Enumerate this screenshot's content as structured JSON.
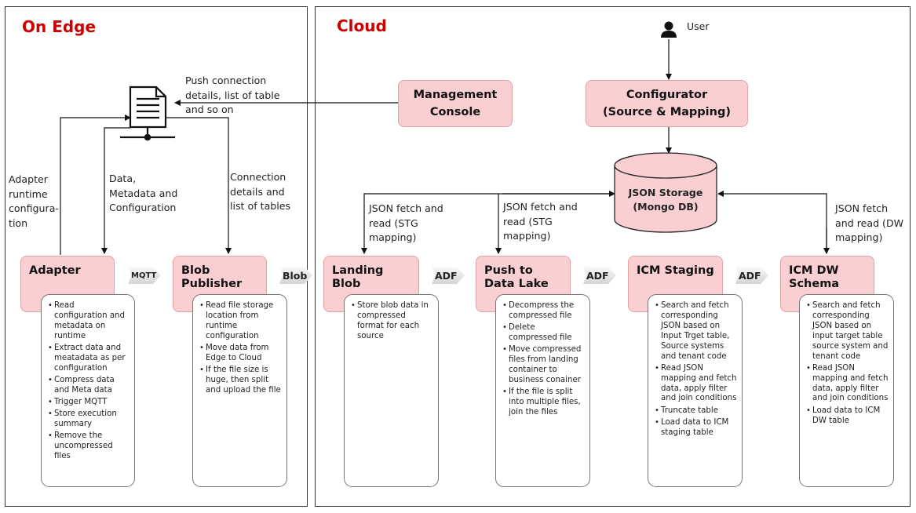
{
  "edge": {
    "title": "On Edge"
  },
  "cloud": {
    "title": "Cloud"
  },
  "user": {
    "label": "User"
  },
  "management_console": {
    "label": "Management Console"
  },
  "configurator": {
    "label": "Configurator (Source & Mapping)"
  },
  "json_storage": {
    "label": "JSON Storage (Mongo DB)"
  },
  "labels": {
    "push_connection": "Push connection details, list of table and so on",
    "adapter_runtime": "Adapter runtime configura-tion",
    "data_metadata": "Data, Metadata and Configuration",
    "connection_details": "Connection details and list of tables",
    "json_fetch_stg_1": "JSON fetch and read (STG mapping)",
    "json_fetch_stg_2": "JSON fetch and read (STG mapping)",
    "json_fetch_dw": "JSON fetch and read (DW mapping)"
  },
  "connectors": {
    "mqtt": "MQTT",
    "blob": "Blob",
    "adf_1": "ADF",
    "adf_2": "ADF",
    "adf_3": "ADF"
  },
  "stages": [
    {
      "name": "Adapter",
      "bullets": [
        "Read configuration and metadata on runtime",
        "Extract data and meatadata as per configuration",
        "Compress data and Meta data",
        "Trigger MQTT",
        "Store execution summary",
        "Remove the uncompressed files"
      ]
    },
    {
      "name": "Blob Publisher",
      "bullets": [
        "Read file storage location from runtime configuration",
        "Move data from Edge to Cloud",
        "If the file size is huge, then split and upload the file"
      ]
    },
    {
      "name": "Landing Blob",
      "bullets": [
        "Store blob data in compressed format for each source"
      ]
    },
    {
      "name": "Push to Data Lake",
      "bullets": [
        "Decompress the compressed file",
        "Delete compressed file",
        "Move compressed files from landing container to business conainer",
        "If the file is split into multiple files, join the files"
      ]
    },
    {
      "name": "ICM Staging",
      "bullets": [
        "Search and fetch corresponding JSON based on Input Trget table, Source systems and tenant code",
        "Read JSON mapping and fetch data, apply filter and join conditions",
        "Truncate table",
        "Load data to ICM staging table"
      ]
    },
    {
      "name": "ICM DW Schema",
      "bullets": [
        "Search and fetch corresponding JSON based on input target table source system and tenant code",
        "Read JSON mapping and fetch data, apply filter and join conditions",
        "Load data to ICM DW table"
      ]
    }
  ]
}
